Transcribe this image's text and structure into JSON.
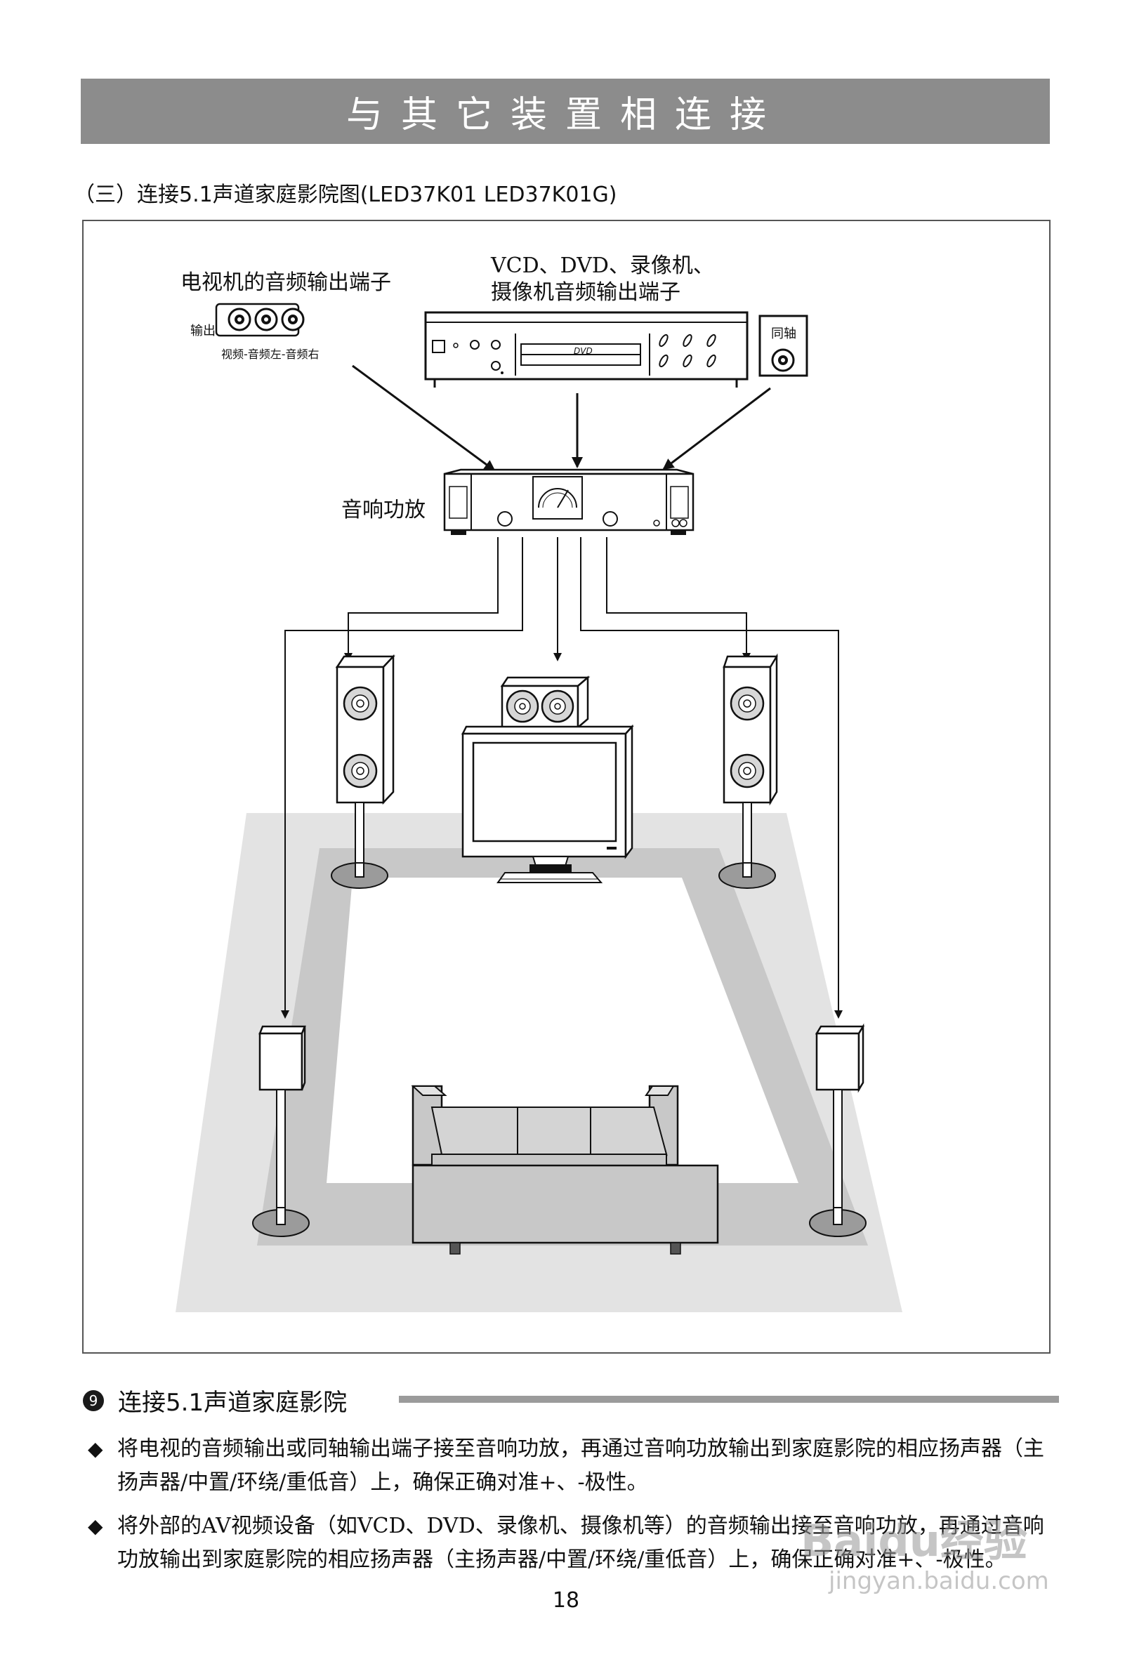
{
  "header": {
    "title": "与其它装置相连接"
  },
  "section": {
    "subtitle": "（三）连接5.1声道家庭影院图(LED37K01 LED37K01G)"
  },
  "diagram": {
    "tv_output_label": "电视机的音频输出端子",
    "jack_label_output": "输出",
    "jack_labels": "视频-音频左-音频右",
    "player_label_line1": "VCD、DVD、录像机、",
    "player_label_line2": "摄像机音频输出端子",
    "dvd_mark": "DVD",
    "coax_label": "同轴",
    "amp_label": "音响功放"
  },
  "step": {
    "number": "9",
    "title": "连接5.1声道家庭影院"
  },
  "bullets": [
    {
      "mark": "◆",
      "text": "将电视的音频输出或同轴输出端子接至音响功放，再通过音响功放输出到家庭影院的相应扬声器（主扬声器/中置/环绕/重低音）上，确保正确对准+、-极性。"
    },
    {
      "mark": "◆",
      "text": "将外部的AV视频设备（如VCD、DVD、录像机、摄像机等）的音频输出接至音响功放，再通过音响功放输出到家庭影院的相应扬声器（主扬声器/中置/环绕/重低音）上，确保正确对准+、-极性。"
    }
  ],
  "page_number": "18",
  "watermark": {
    "line1": "Baidu经验",
    "line2": "jingyan.baidu.com"
  }
}
